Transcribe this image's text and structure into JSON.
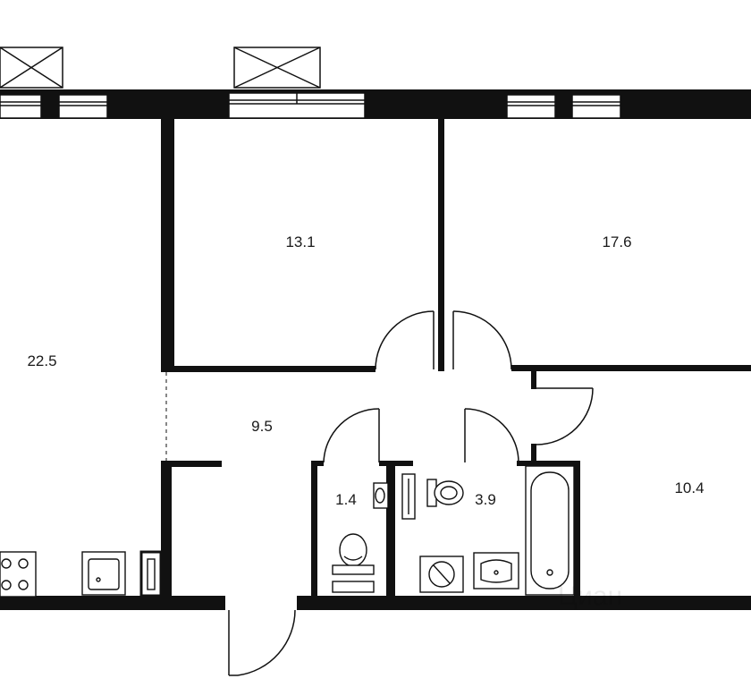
{
  "rooms": [
    {
      "id": "living-kitchen",
      "area": "22.5"
    },
    {
      "id": "bedroom-1",
      "area": "13.1"
    },
    {
      "id": "bedroom-2",
      "area": "17.6"
    },
    {
      "id": "hallway",
      "area": "9.5"
    },
    {
      "id": "wc",
      "area": "1.4"
    },
    {
      "id": "bathroom",
      "area": "3.9"
    },
    {
      "id": "bedroom-3",
      "area": "10.4"
    }
  ],
  "watermark": {
    "text": "Циан"
  },
  "colors": {
    "wall": "#111111",
    "line": "#111111",
    "background": "#ffffff"
  }
}
